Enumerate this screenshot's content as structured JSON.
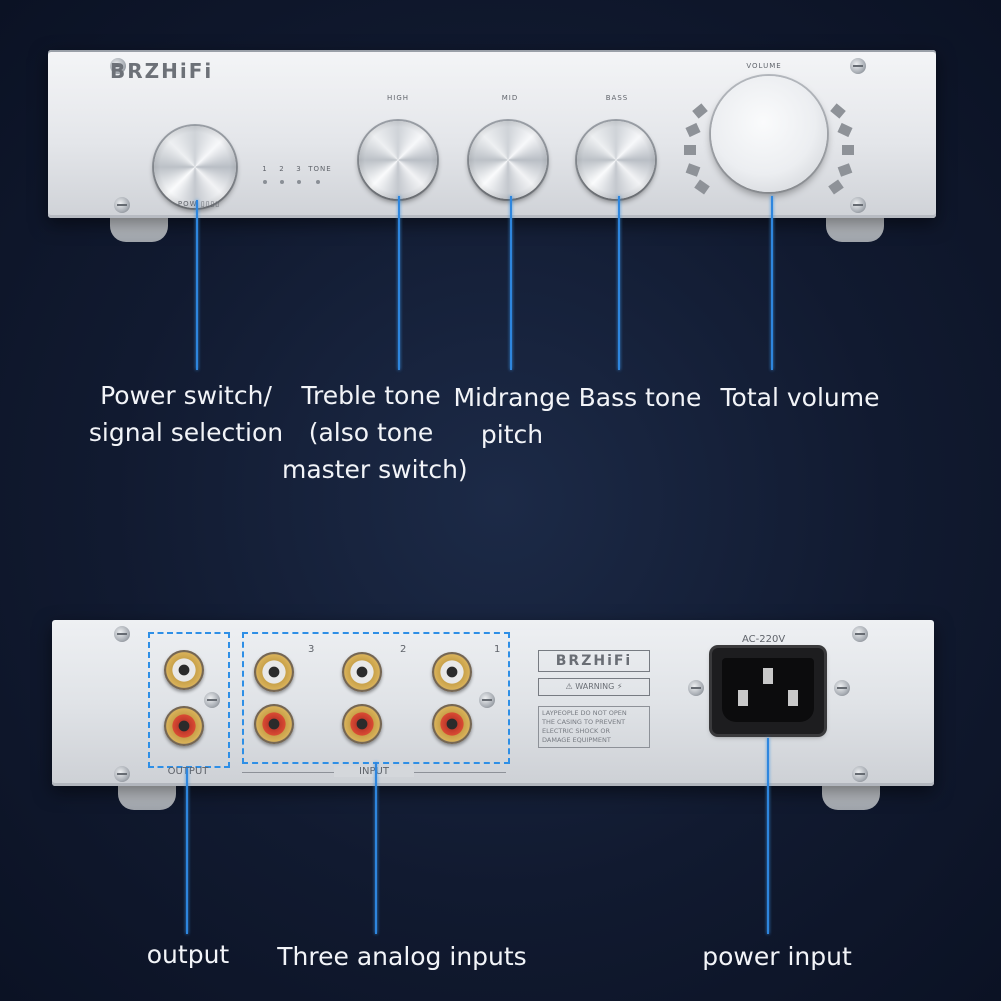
{
  "front": {
    "brand": "BRZHiFi",
    "labels": {
      "high": "HIGH",
      "mid": "MID",
      "bass": "BASS",
      "volume": "VOLUME",
      "power": "POW ▯▯▯▯",
      "led_1": "1",
      "led_2": "2",
      "led_3": "3",
      "led_tone": "TONE"
    }
  },
  "callouts_front": {
    "power": "Power switch/\nsignal selection",
    "treble": "Treble tone\n(also tone\nmaster switch)",
    "mid": "Midrange\npitch",
    "bass": "Bass tone",
    "volume": "Total volume"
  },
  "rear": {
    "brand": "BRZHiFi",
    "warning": "WARNING",
    "caution": "LAYPEOPLE DO NOT OPEN\nTHE CASING TO PREVENT\nELECTRIC SHOCK OR\nDAMAGE EQUIPMENT",
    "ac_label": "AC-220V",
    "output_label": "OUTPUT",
    "input_label": "INPUT",
    "input_numbers": [
      "3",
      "2",
      "1"
    ]
  },
  "callouts_rear": {
    "output": "output",
    "inputs": "Three analog inputs",
    "power": "power input"
  },
  "colors": {
    "background": "#111a30",
    "callout_line": "#2e86de",
    "dash_box": "#2e8fe6",
    "label_text": "#f2f4f8"
  }
}
